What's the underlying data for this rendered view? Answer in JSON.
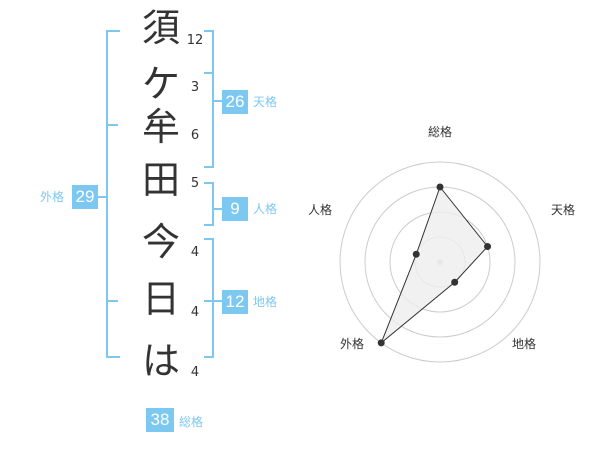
{
  "name_characters": [
    {
      "char": "須",
      "strokes": "12"
    },
    {
      "char": "ケ",
      "strokes": "3"
    },
    {
      "char": "牟",
      "strokes": "6"
    },
    {
      "char": "田",
      "strokes": "5"
    },
    {
      "char": "今",
      "strokes": "4"
    },
    {
      "char": "日",
      "strokes": "4"
    },
    {
      "char": "は",
      "strokes": "4"
    }
  ],
  "fortunes": {
    "tenkaku": {
      "value": "26",
      "label": "天格"
    },
    "jinkaku": {
      "value": "9",
      "label": "人格"
    },
    "chikaku": {
      "value": "12",
      "label": "地格"
    },
    "gaikaku": {
      "value": "29",
      "label": "外格"
    },
    "soukaku": {
      "value": "38",
      "label": "総格"
    }
  },
  "colors": {
    "accent": "#7dc8f0",
    "text": "#333333",
    "grid": "#cccccc",
    "fill": "#eeeeee"
  },
  "radar": {
    "axes": [
      "総格",
      "天格",
      "地格",
      "外格",
      "人格"
    ],
    "levels": 4,
    "values": [
      3,
      2,
      1,
      4,
      1
    ]
  }
}
